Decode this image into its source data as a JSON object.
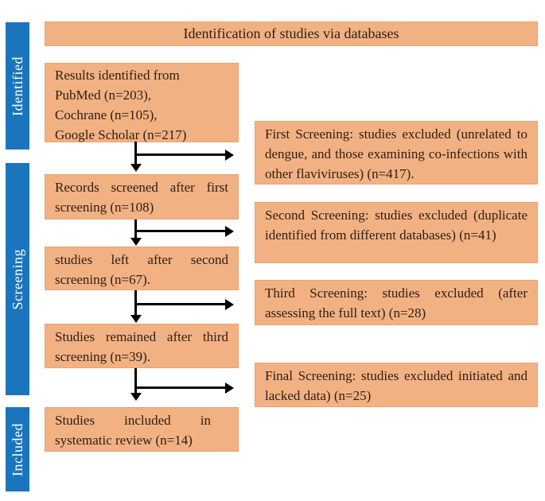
{
  "header": {
    "title": "Identification of studies via databases"
  },
  "sidebar": {
    "sections": [
      {
        "label": "Identified"
      },
      {
        "label": "Screening"
      },
      {
        "label": "Included"
      }
    ]
  },
  "flow": {
    "left_boxes": [
      {
        "text": "Results identified from\nPubMed (n=203),\nCochrane (n=105),\nGoogle Scholar (n=217)"
      },
      {
        "text": "Records screened after first screening (n=108)"
      },
      {
        "text": "studies left after second screening (n=67)."
      },
      {
        "text": "Studies remained after third screening (n=39)."
      },
      {
        "text": "Studies included in systematic review (n=14)"
      }
    ],
    "right_boxes": [
      {
        "text": "First Screening: studies excluded (unrelated to dengue, and those examining co-infections with other flaviviruses) (n=417)."
      },
      {
        "text": "Second Screening: studies excluded (duplicate identified from different databases) (n=41)"
      },
      {
        "text": "Third Screening: studies excluded (after assessing the full text) (n=28)"
      },
      {
        "text": "Final Screening: studies excluded initiated and lacked data) (n=25)"
      }
    ]
  },
  "colors": {
    "box_fill": "#f2b183",
    "box_border": "#e9a173",
    "phase_bar_blue": "#1b75bc",
    "arrow": "#000000",
    "text": "#2e2014",
    "sidebar_text": "#ffffff"
  }
}
